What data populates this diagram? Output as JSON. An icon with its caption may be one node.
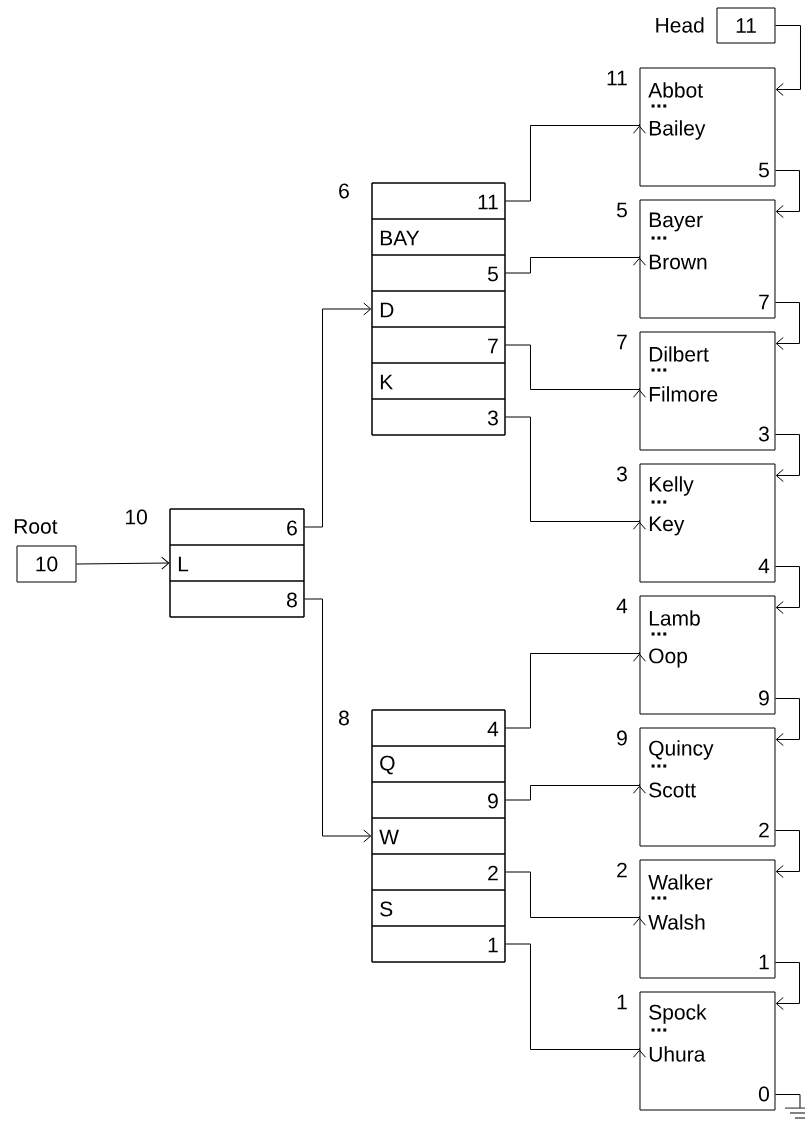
{
  "diagram": {
    "nodes": [
      {
        "text": [
          "10"
        ],
        "beside": [
          "Root"
        ]
      },
      {
        "text": [],
        "shape": "box",
        "beside": [
          "10"
        ]
      },
      {
        "text": [
          "6"
        ],
        "in": 1
      },
      {
        "text": [
          "L"
        ],
        "in": 1
      },
      {
        "text": [
          "8"
        ],
        "in": 1
      },
      {
        "text": [],
        "shape": "box",
        "beside": [
          "6"
        ]
      },
      {
        "text": [
          "11"
        ],
        "in": 5
      },
      {
        "text": [
          "BAY"
        ],
        "in": 5
      },
      {
        "text": [
          "5"
        ],
        "in": 5
      },
      {
        "text": [
          "D"
        ],
        "in": 5
      },
      {
        "text": [
          "7"
        ],
        "in": 5
      },
      {
        "text": [
          "K"
        ],
        "in": 5
      },
      {
        "text": [
          "3"
        ],
        "in": 5
      },
      {
        "text": [],
        "shape": "box",
        "beside": [
          "8"
        ]
      },
      {
        "text": [
          "4"
        ],
        "in": 13
      },
      {
        "text": [
          "Q"
        ],
        "in": 13
      },
      {
        "text": [
          "9"
        ],
        "in": 13
      },
      {
        "text": [
          "W"
        ],
        "in": 13
      },
      {
        "text": [
          "2"
        ],
        "in": 13
      },
      {
        "text": [
          "S"
        ],
        "in": 13
      },
      {
        "text": [
          "1"
        ],
        "in": 13
      },
      {
        "text": [
          "Abbot",
          "...",
          "Bailey",
          "5"
        ],
        "beside": [
          "11"
        ]
      },
      {
        "text": [
          "Bayer",
          "...",
          "Brown",
          "7"
        ],
        "beside": [
          "5"
        ]
      },
      {
        "text": [
          "Dilbert",
          "...",
          "Filmore",
          "3"
        ],
        "beside": [
          "7"
        ]
      },
      {
        "text": [
          "Kelly",
          "...",
          "Key",
          "4"
        ],
        "beside": [
          "3"
        ]
      },
      {
        "text": [
          "Lamb",
          "...",
          "Oop",
          "9"
        ],
        "beside": [
          "4"
        ]
      },
      {
        "text": [
          "Quincy",
          "...",
          "Scott",
          "2"
        ],
        "beside": [
          "9"
        ]
      },
      {
        "text": [
          "Walker",
          "...",
          "Walsh",
          "1"
        ],
        "beside": [
          "2"
        ]
      },
      {
        "text": [
          "Spock",
          "...",
          "Uhura",
          "0"
        ],
        "beside": [
          "1"
        ]
      },
      {
        "text": [
          "11"
        ],
        "beside": [
          "Head"
        ]
      },
      {
        "text": [],
        "shape": "ground"
      }
    ],
    "edges": [
      {
        "from": 0,
        "to": 3,
        "arrow": "to"
      },
      {
        "from": 2,
        "to": 9,
        "arrow": "to"
      },
      {
        "from": 4,
        "to": 17,
        "arrow": "to"
      },
      {
        "from": 6,
        "to": 21,
        "arrow": "to"
      },
      {
        "from": 8,
        "to": 22,
        "arrow": "to"
      },
      {
        "from": 10,
        "to": 23,
        "arrow": "to"
      },
      {
        "from": 12,
        "to": 24,
        "arrow": "to"
      },
      {
        "from": 14,
        "to": 25,
        "arrow": "to"
      },
      {
        "from": 16,
        "to": 26,
        "arrow": "to"
      },
      {
        "from": 18,
        "to": 27,
        "arrow": "to"
      },
      {
        "from": 20,
        "to": 28,
        "arrow": "to"
      },
      {
        "from": 29,
        "to": 21,
        "arrow": "to"
      },
      {
        "from": 21,
        "to": 22,
        "arrow": "to"
      },
      {
        "from": 22,
        "to": 23,
        "arrow": "to"
      },
      {
        "from": 23,
        "to": 24,
        "arrow": "to"
      },
      {
        "from": 24,
        "to": 25,
        "arrow": "to"
      },
      {
        "from": 25,
        "to": 26,
        "arrow": "to"
      },
      {
        "from": 26,
        "to": 27,
        "arrow": "to"
      },
      {
        "from": 27,
        "to": 28,
        "arrow": "to"
      },
      {
        "from": 28,
        "to": 30,
        "arrow": "none"
      }
    ]
  }
}
